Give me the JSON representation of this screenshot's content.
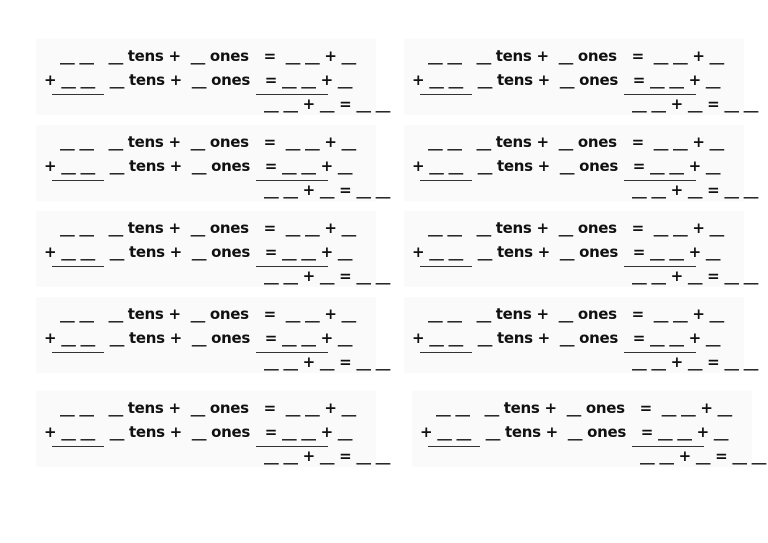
{
  "worksheet": {
    "problems": [
      {
        "line1": "__ __   __ tens +  __ ones   =  __ __ + __",
        "line2": "+ __ __   __ tens +  __ ones   = __ __ + __",
        "line3": "__ __ + __ = __ __"
      },
      {
        "line1": "__ __   __ tens +  __ ones   =  __ __ + __",
        "line2": "+ __ __   __ tens +  __ ones   = __ __ + __",
        "line3": "__ __ + __ = __ __"
      },
      {
        "line1": "__ __   __ tens +  __ ones   =  __ __ + __",
        "line2": "+ __ __   __ tens +  __ ones   = __ __ + __",
        "line3": "__ __ + __ = __ __"
      },
      {
        "line1": "__ __   __ tens +  __ ones   =  __ __ + __",
        "line2": "+ __ __   __ tens +  __ ones   = __ __ + __",
        "line3": "__ __ + __ = __ __"
      },
      {
        "line1": "__ __   __ tens +  __ ones   =  __ __ + __",
        "line2": "+ __ __   __ tens +  __ ones   = __ __ + __",
        "line3": "__ __ + __ = __ __"
      },
      {
        "line1": "__ __   __ tens +  __ ones   =  __ __ + __",
        "line2": "+ __ __   __ tens +  __ ones   = __ __ + __",
        "line3": "__ __ + __ = __ __"
      },
      {
        "line1": "__ __   __ tens +  __ ones   =  __ __ + __",
        "line2": "+ __ __   __ tens +  __ ones   = __ __ + __",
        "line3": "__ __ + __ = __ __"
      },
      {
        "line1": "__ __   __ tens +  __ ones   =  __ __ + __",
        "line2": "+ __ __   __ tens +  __ ones   = __ __ + __",
        "line3": "__ __ + __ = __ __"
      },
      {
        "line1": "__ __   __ tens +  __ ones   =  __ __ + __",
        "line2": "+ __ __   __ tens +  __ ones   = __ __ + __",
        "line3": "__ __ + __ = __ __"
      },
      {
        "line1": "__ __   __ tens +  __ ones   =  __ __ + __",
        "line2": "+ __ __   __ tens +  __ ones   = __ __ + __",
        "line3": "__ __ + __ = __ __"
      }
    ]
  }
}
